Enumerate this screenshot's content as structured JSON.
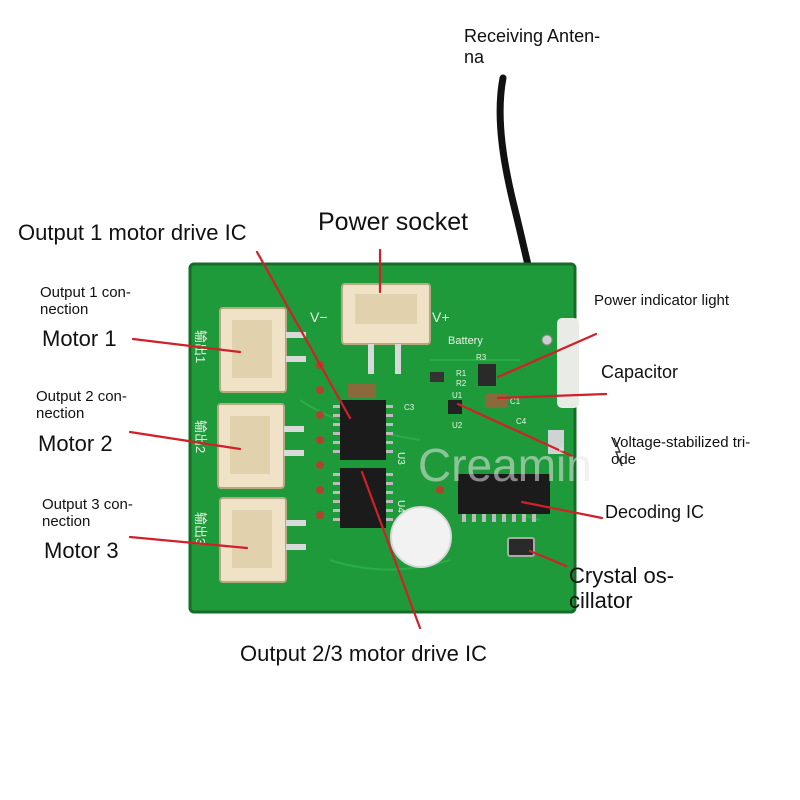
{
  "labels": {
    "receiving_antenna": [
      "Receiving Anten-",
      "na"
    ],
    "power_socket": "Power socket",
    "output1_driver": "Output 1 motor drive IC",
    "output1_connection": [
      "Output 1 con-",
      "nection"
    ],
    "motor1": "Motor 1",
    "output2_connection": [
      "Output 2 con-",
      "nection"
    ],
    "motor2": "Motor 2",
    "output3_connection": [
      "Output 3 con-",
      "nection"
    ],
    "motor3": "Motor 3",
    "power_indicator": "Power indicator light",
    "capacitor": "Capacitor",
    "voltage_triode": [
      "Voltage-stabilized tri-",
      "ode"
    ],
    "decoding_ic": "Decoding IC",
    "crystal": [
      "Crystal os-",
      "cillator"
    ],
    "output23_driver": "Output 2/3 motor drive IC"
  },
  "board_print": {
    "v_minus": "V−",
    "v_plus": "V+",
    "battery": "Battery",
    "u3": "U3",
    "u4": "U4",
    "u1": "U1",
    "u2": "U2",
    "r1": "R1",
    "r2": "R2",
    "r3": "R3",
    "c1": "C1",
    "c3": "C3",
    "c4": "C4",
    "out1": "输出1",
    "out2": "输出2",
    "out3": "输出3"
  },
  "watermark": "Creamin",
  "colors": {
    "pcb": "#1f9a3a",
    "pcb_dark": "#157a2c",
    "connector": "#efe2c6",
    "ic": "#1b1b1b",
    "callout": "#d0202a",
    "antenna": "#111111"
  }
}
